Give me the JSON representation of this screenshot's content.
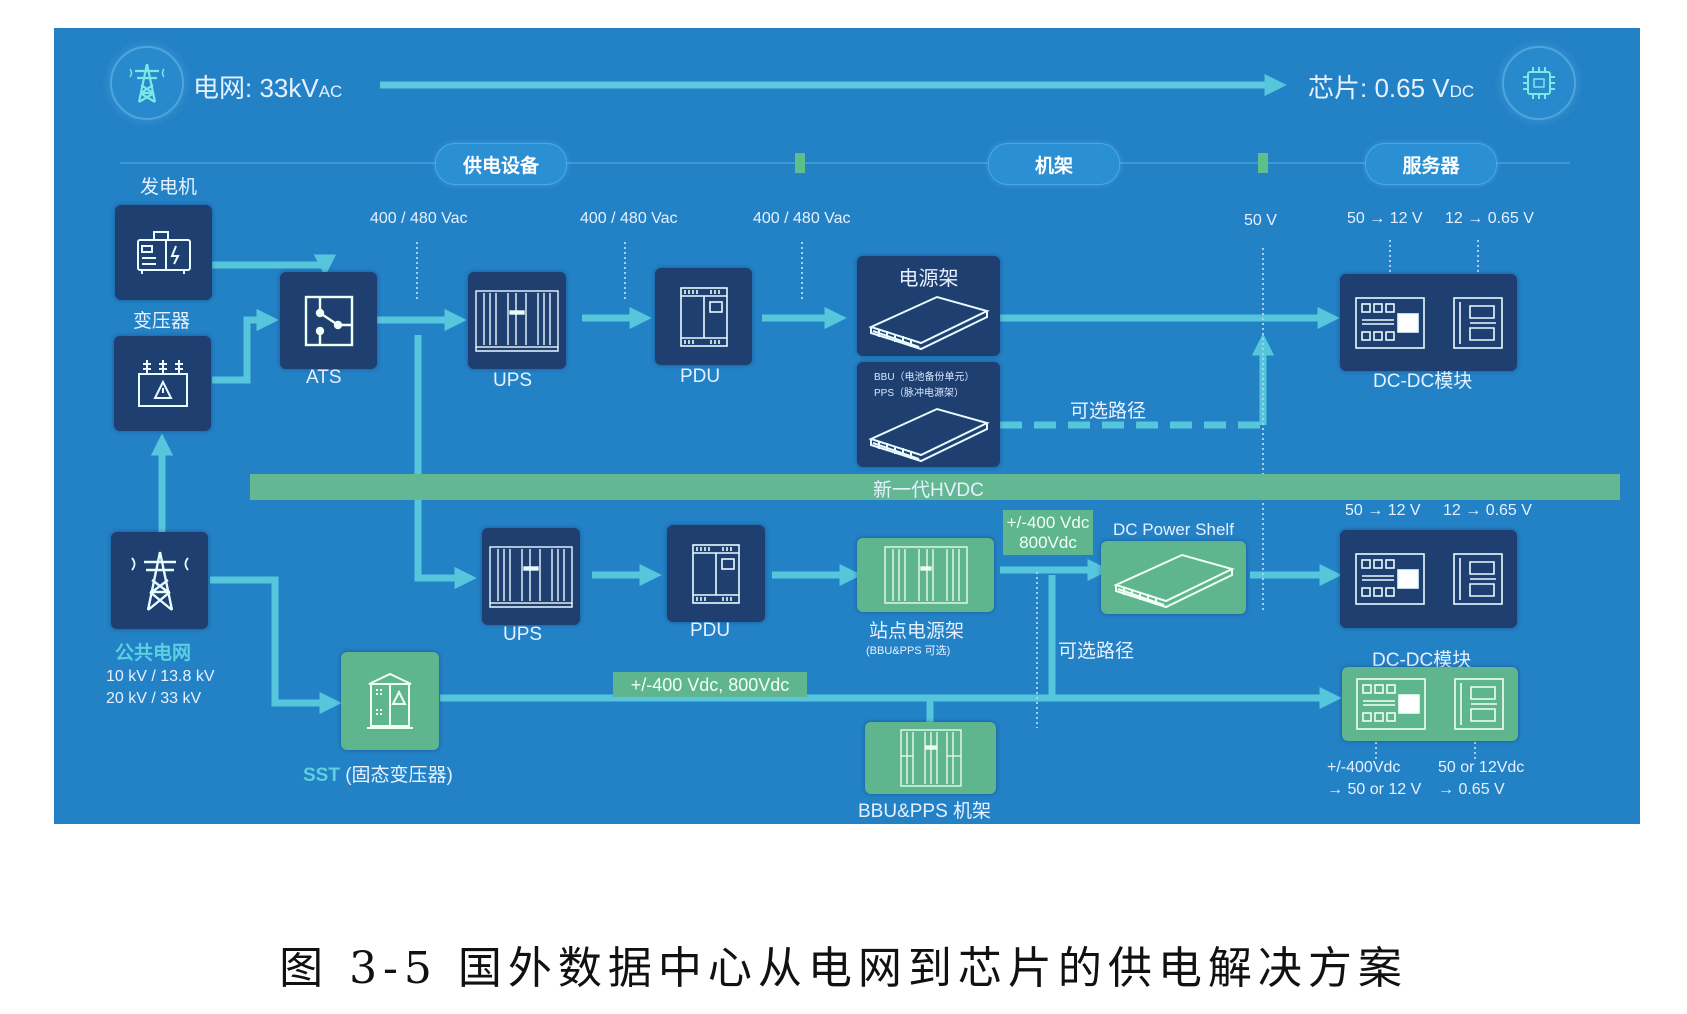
{
  "header": {
    "source_label": "电网: 33kV",
    "source_sub": "AC",
    "target_label": "芯片: 0.65 V",
    "target_sub": "DC"
  },
  "stages": [
    "供电设备",
    "机架",
    "服务器"
  ],
  "top_path": {
    "generator": "发电机",
    "transformer": "变压器",
    "ats": "ATS",
    "ups": "UPS",
    "pdu": "PDU",
    "power_shelf": "电源架",
    "bbu_pps_line1": "BBU（电池备份单元）",
    "bbu_pps_line2": "PPS（脉冲电源架）",
    "optional_path": "可选路径",
    "dcdc": "DC-DC模块",
    "voltages": {
      "ats_out": "400 / 480 Vac",
      "ups_out": "400 / 480 Vac",
      "pdu_out": "400 / 480 Vac",
      "rack_out": "50 V",
      "dcdc_stage1": "50 → 12 V",
      "dcdc_stage2": "12 → 0.65 V"
    }
  },
  "hvdc_label": "新一代HVDC",
  "bottom_path": {
    "grid": "公共电网",
    "grid_v1": "10 kV / 13.8 kV",
    "grid_v2": "20 kV / 33 kV",
    "ups": "UPS",
    "pdu": "PDU",
    "site_rack": "站点电源架",
    "site_rack_sub": "(BBU&PPS 可选)",
    "dc_bus_line1": "+/-400 Vdc",
    "dc_bus_line2": "800Vdc",
    "dc_power_shelf": "DC Power Shelf",
    "optional_path": "可选路径",
    "dcdc_stage1": "50 → 12 V",
    "dcdc_stage2": "12 → 0.65 V",
    "dcdc": "DC-DC模块",
    "sst_abbr": "SST",
    "sst_name": "(固态变压器)",
    "sst_bus": "+/-400 Vdc, 800Vdc",
    "bbu_pps_rack": "BBU&PPS 机架",
    "dcdc_in_line1": "+/-400Vdc",
    "dcdc_in_line2": "→ 50 or 12 V",
    "dcdc_out_line1": "50 or 12Vdc",
    "dcdc_out_line2": "→ 0.65 V"
  },
  "caption": "图 3-5 国外数据中心从电网到芯片的供电解决方案",
  "colors": {
    "panel": "#2381c6",
    "node_dark": "#1e3f70",
    "node_green": "#5fb58e",
    "wire": "#55c6dc",
    "hvdc_bar": "#63b792"
  }
}
